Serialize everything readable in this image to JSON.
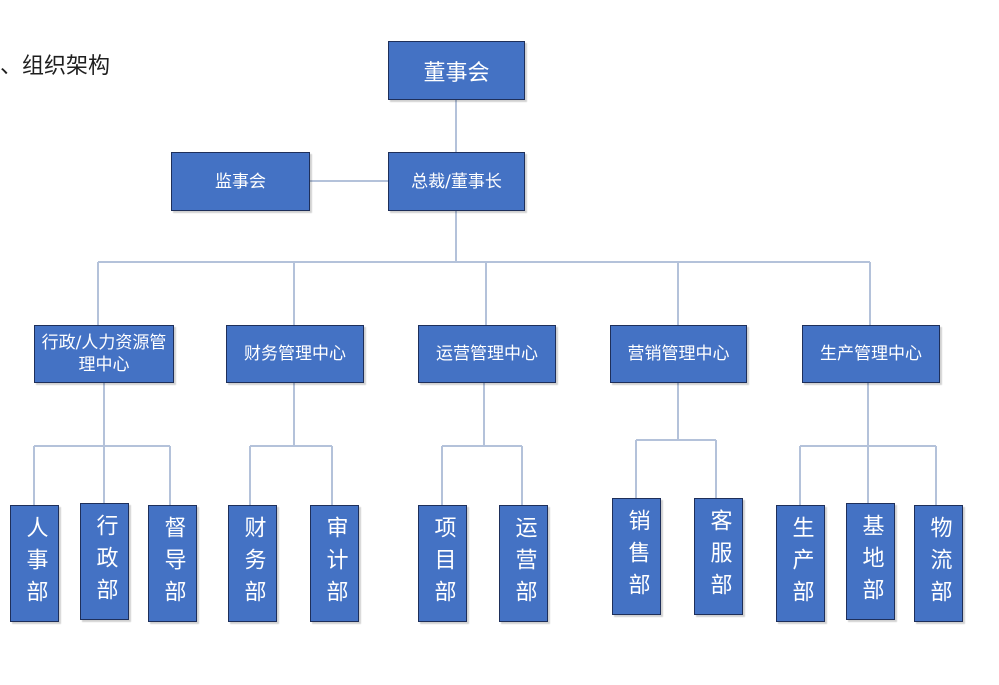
{
  "heading": "、组织架构",
  "colors": {
    "box_fill": "#4472c4",
    "box_border": "#1e2f5a",
    "line": "#b4c2da",
    "text": "#ffffff"
  },
  "nodes": {
    "board": "董事会",
    "supervisors": "监事会",
    "president": "总裁/董事长",
    "center_admin_hr": "行政/人力资源管理中心",
    "center_finance": "财务管理中心",
    "center_operations": "运营管理中心",
    "center_marketing": "营销管理中心",
    "center_production": "生产管理中心",
    "dept_hr": "人事部",
    "dept_admin": "行政部",
    "dept_supervision": "督导部",
    "dept_finance": "财务部",
    "dept_audit": "审计部",
    "dept_project": "项目部",
    "dept_operations": "运营部",
    "dept_sales": "销售部",
    "dept_customer_service": "客服部",
    "dept_production": "生产部",
    "dept_base": "基地部",
    "dept_logistics": "物流部"
  }
}
